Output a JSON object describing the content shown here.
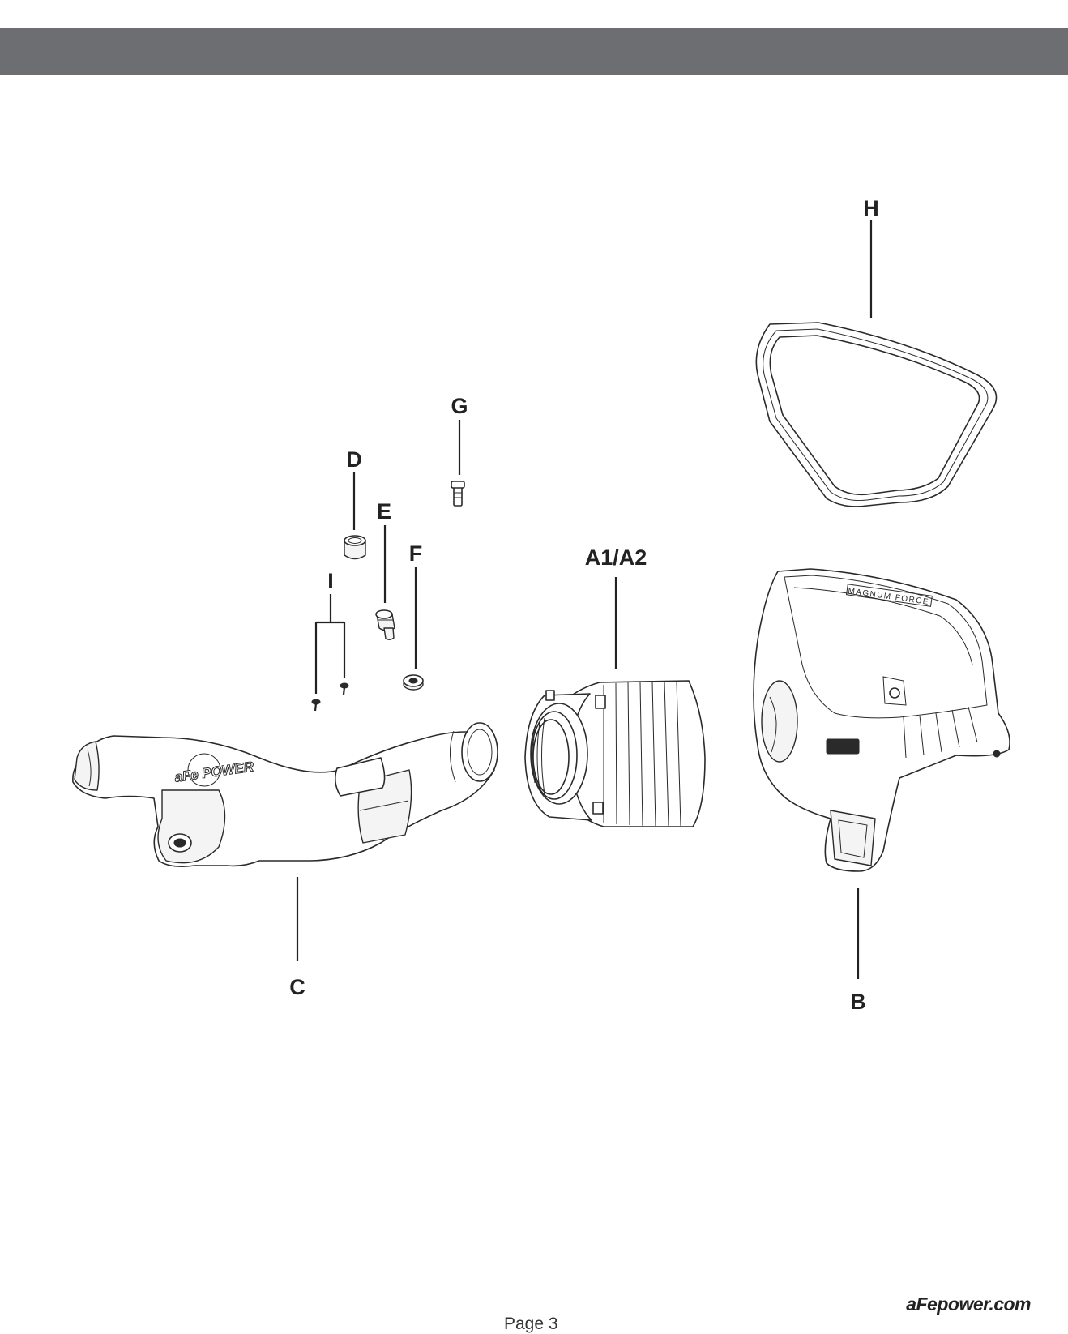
{
  "labels": {
    "h": "H",
    "g": "G",
    "d": "D",
    "e": "E",
    "f": "F",
    "i": "I",
    "a": "A1/A2",
    "c": "C",
    "b": "B"
  },
  "logos": {
    "intake_tube": "aFe POWER",
    "airbox_plate": "MAGNUM FORCE"
  },
  "footer": {
    "page": "Page 3",
    "site": "aFepower.com"
  },
  "colors": {
    "band": "#6d6e71",
    "ink": "#2a2a2a"
  }
}
